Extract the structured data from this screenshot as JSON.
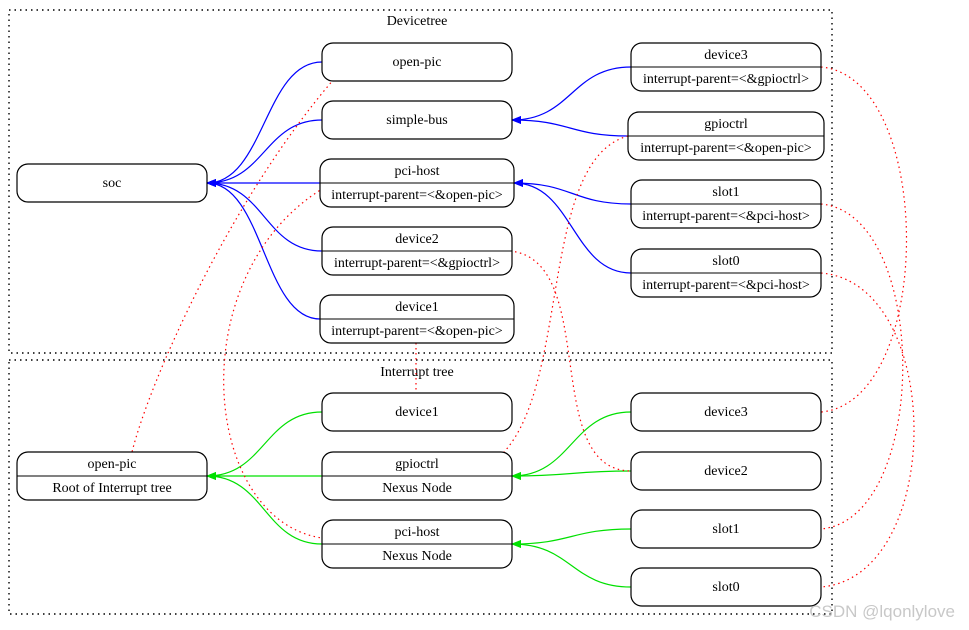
{
  "clusters": {
    "devicetree": {
      "label": "Devicetree"
    },
    "interrupt_tree": {
      "label": "Interrupt tree"
    }
  },
  "nodes": {
    "dt_soc": {
      "lines": [
        "soc"
      ]
    },
    "dt_openpic": {
      "lines": [
        "open-pic"
      ]
    },
    "dt_simplebus": {
      "lines": [
        "simple-bus"
      ]
    },
    "dt_pcihost": {
      "lines": [
        "pci-host",
        "interrupt-parent=<&open-pic>"
      ]
    },
    "dt_device2": {
      "lines": [
        "device2",
        "interrupt-parent=<&gpioctrl>"
      ]
    },
    "dt_device1": {
      "lines": [
        "device1",
        "interrupt-parent=<&open-pic>"
      ]
    },
    "dt_device3": {
      "lines": [
        "device3",
        "interrupt-parent=<&gpioctrl>"
      ]
    },
    "dt_gpioctrl": {
      "lines": [
        "gpioctrl",
        "interrupt-parent=<&open-pic>"
      ]
    },
    "dt_slot1": {
      "lines": [
        "slot1",
        "interrupt-parent=<&pci-host>"
      ]
    },
    "dt_slot0": {
      "lines": [
        "slot0",
        "interrupt-parent=<&pci-host>"
      ]
    },
    "it_openpic": {
      "lines": [
        "open-pic",
        "Root of Interrupt tree"
      ]
    },
    "it_device1": {
      "lines": [
        "device1"
      ]
    },
    "it_gpioctrl": {
      "lines": [
        "gpioctrl",
        "Nexus Node"
      ]
    },
    "it_pcihost": {
      "lines": [
        "pci-host",
        "Nexus Node"
      ]
    },
    "it_device3": {
      "lines": [
        "device3"
      ]
    },
    "it_device2": {
      "lines": [
        "device2"
      ]
    },
    "it_slot1": {
      "lines": [
        "slot1"
      ]
    },
    "it_slot0": {
      "lines": [
        "slot0"
      ]
    }
  },
  "edges": {
    "blue": [
      [
        "dt_openpic",
        "dt_soc"
      ],
      [
        "dt_simplebus",
        "dt_soc"
      ],
      [
        "dt_pcihost",
        "dt_soc"
      ],
      [
        "dt_device2",
        "dt_soc"
      ],
      [
        "dt_device1",
        "dt_soc"
      ],
      [
        "dt_device3",
        "dt_simplebus"
      ],
      [
        "dt_gpioctrl",
        "dt_simplebus"
      ],
      [
        "dt_slot1",
        "dt_pcihost"
      ],
      [
        "dt_slot0",
        "dt_pcihost"
      ]
    ],
    "green": [
      [
        "it_device1",
        "it_openpic"
      ],
      [
        "it_gpioctrl",
        "it_openpic"
      ],
      [
        "it_pcihost",
        "it_openpic"
      ],
      [
        "it_device3",
        "it_gpioctrl"
      ],
      [
        "it_device2",
        "it_gpioctrl"
      ],
      [
        "it_slot1",
        "it_pcihost"
      ],
      [
        "it_slot0",
        "it_pcihost"
      ]
    ],
    "red": [
      [
        "dt_openpic",
        "it_openpic"
      ],
      [
        "dt_pcihost",
        "it_pcihost"
      ],
      [
        "dt_gpioctrl",
        "it_gpioctrl"
      ],
      [
        "dt_device1",
        "it_device1"
      ],
      [
        "dt_device2",
        "it_device2"
      ],
      [
        "dt_device3",
        "it_device3"
      ],
      [
        "dt_slot1",
        "it_slot1"
      ],
      [
        "dt_slot0",
        "it_slot0"
      ]
    ]
  },
  "colors": {
    "containment_edge": "#0000ff",
    "interrupt_edge": "#00e000",
    "mapping_edge": "#ff0000"
  },
  "watermark": "CSDN @lqonlylove"
}
